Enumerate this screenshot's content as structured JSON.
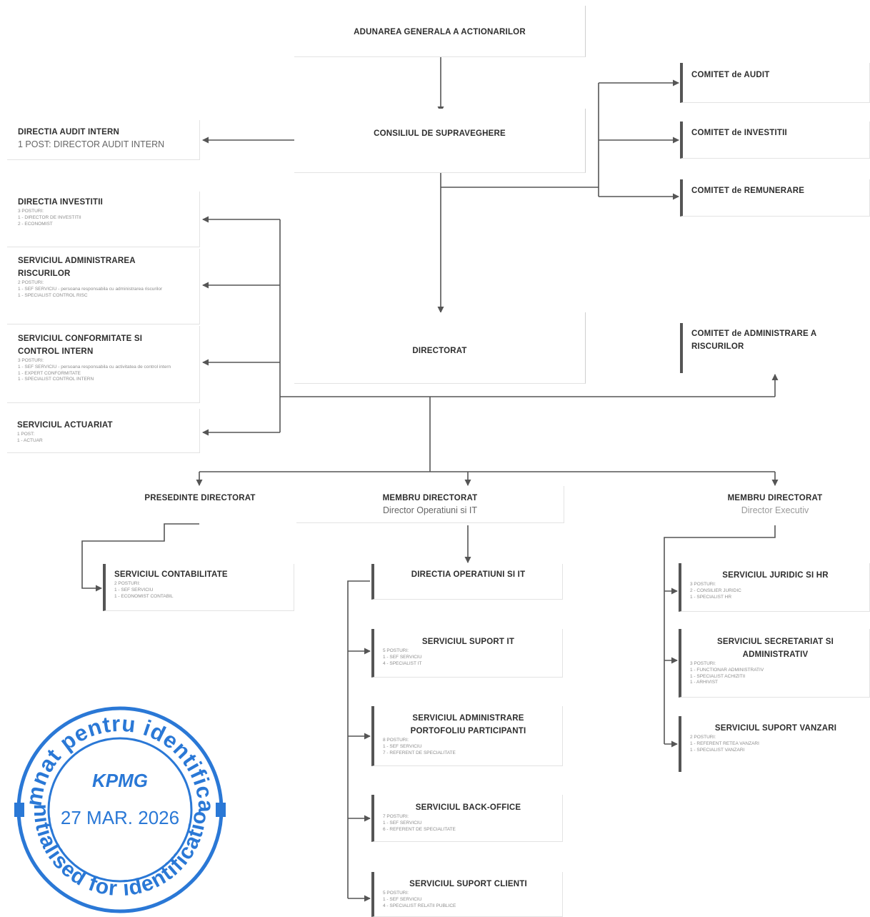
{
  "shareholders": {
    "title": "ADUNAREA GENERALA A ACTIONARILOR"
  },
  "board": {
    "title": "CONSILIUL DE SUPRAVEGHERE"
  },
  "committees": {
    "audit": "COMITET de AUDIT",
    "investments": "COMITET de INVESTITII",
    "remuneration": "COMITET de REMUNERARE",
    "risk": "COMITET de ADMINISTRARE A RISCURILOR"
  },
  "audit_dept": {
    "title": "DIRECTIA AUDIT INTERN",
    "sub": "1 POST: DIRECTOR AUDIT INTERN"
  },
  "invest_dept": {
    "title": "DIRECTIA INVESTITII",
    "lines": [
      "3 POSTURI:",
      "1 - DIRECTOR DE INVESTITII",
      "2 - ECONOMIST"
    ]
  },
  "risk_dept": {
    "title": "SERVICIUL ADMINISTRAREA RISCURILOR",
    "lines": [
      "2 POSTURI:",
      "1 - SEF SERVICIU - persoana responsabila cu administrarea riscurilor",
      "1 - SPECIALIST CONTROL RISC"
    ]
  },
  "compliance_dept": {
    "title": "SERVICIUL CONFORMITATE SI CONTROL INTERN",
    "lines": [
      "3 POSTURI:",
      "1 - SEF SERVICIU - persoana responsabila cu activitatea de control intern",
      "1 - EXPERT CONFORMITATE",
      "1 - SPECIALIST CONTROL INTERN"
    ]
  },
  "actuarial_dept": {
    "title": "SERVICIUL ACTUARIAT",
    "lines": [
      "1 POST:",
      "1 - ACTUAR"
    ]
  },
  "directorate": {
    "title": "DIRECTORAT"
  },
  "president": {
    "title": "PRESEDINTE DIRECTORAT"
  },
  "member_ops": {
    "title": "MEMBRU DIRECTORAT",
    "sub": "Director Operatiuni si IT"
  },
  "member_exec": {
    "title": "MEMBRU DIRECTORAT",
    "sub": "Director Executiv"
  },
  "accounting": {
    "title": "SERVICIUL CONTABILITATE",
    "lines": [
      "2 POSTURI:",
      "1 - SEF SERVICIU",
      "1 - ECONOMIST CONTABIL"
    ]
  },
  "ops_dir": {
    "title": "DIRECTIA OPERATIUNI SI IT"
  },
  "it_support": {
    "title": "SERVICIUL SUPORT IT",
    "lines": [
      "5 POSTURI:",
      "1 - SEF SERVICIU",
      "4 - SPECIALIST IT"
    ]
  },
  "portfolio": {
    "title": "SERVICIUL ADMINISTRARE PORTOFOLIU PARTICIPANTI",
    "lines": [
      "8 POSTURI:",
      "1 - SEF SERVICIU",
      "7 - REFERENT DE SPECIALITATE"
    ]
  },
  "backoffice": {
    "title": "SERVICIUL BACK-OFFICE",
    "lines": [
      "7 POSTURI:",
      "1 - SEF SERVICIU",
      "6 - REFERENT DE SPECIALITATE"
    ]
  },
  "client_support": {
    "title": "SERVICIUL SUPORT CLIENTI",
    "lines": [
      "5 POSTURI:",
      "1 - SEF SERVICIU",
      "4 - SPECIALIST RELATII PUBLICE"
    ]
  },
  "legal_hr": {
    "title": "SERVICIUL JURIDIC SI HR",
    "lines": [
      "3 POSTURI:",
      "2 - CONSILIER JURIDIC",
      "1 - SPECIALIST HR"
    ]
  },
  "secretariat": {
    "title": "SERVICIUL SECRETARIAT SI ADMINISTRATIV",
    "lines": [
      "3 POSTURI:",
      "1 - FUNCTIONAR ADMINISTRATIV",
      "1 - SPECIALIST ACHIZITII",
      "1 - ARHIVIST"
    ]
  },
  "sales_support": {
    "title": "SERVICIUL SUPORT VANZARI",
    "lines": [
      "2 POSTURI:",
      "1 - REFERENT RETEA VANZARI",
      "1 - SPECIALIST VANZARI"
    ]
  },
  "stamp": {
    "top_text": "Semnat pentru identificare",
    "bottom_text": "Initialised for identification",
    "brand": "KPMG",
    "date": "27 MAR. 2026",
    "color": "#2a78d6"
  },
  "colors": {
    "line": "#555555",
    "text": "#2e2e2e",
    "muted": "#8c8c8c"
  }
}
